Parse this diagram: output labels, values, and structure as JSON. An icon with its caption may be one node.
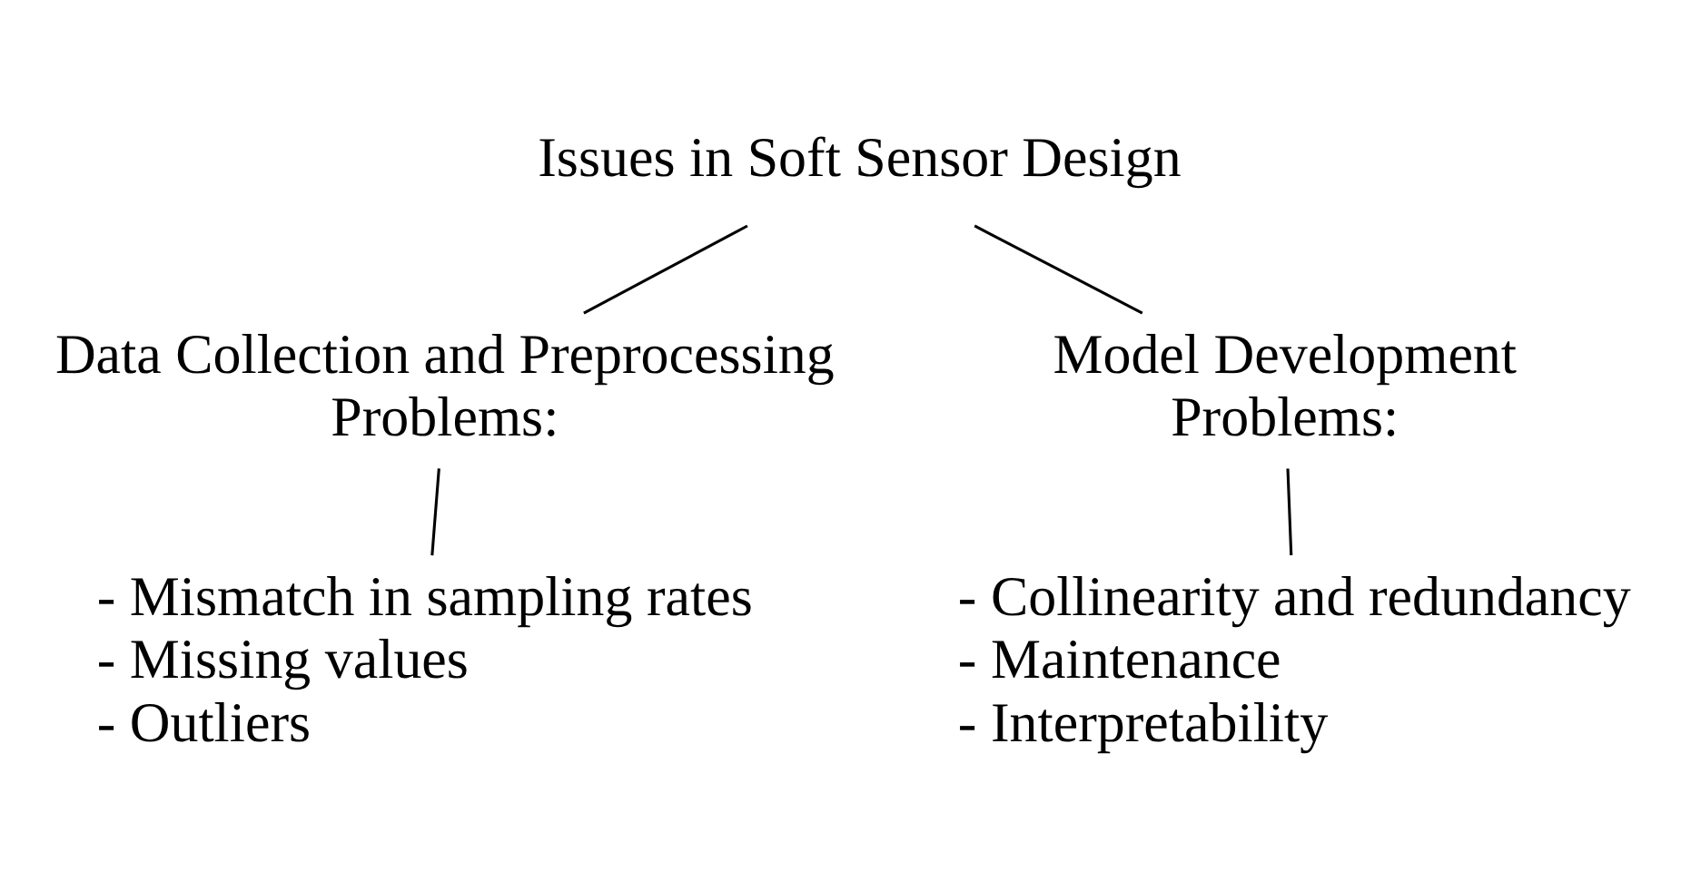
{
  "diagram": {
    "nodes": [
      {
        "text": [
          "Issues in Soft Sensor Design"
        ]
      },
      {
        "text": [
          "Data Collection and Preprocessing",
          "Problems:"
        ]
      },
      {
        "text": [
          "Model Development",
          "Problems:"
        ]
      },
      {
        "text": [
          "- Mismatch in sampling rates",
          "- Missing values",
          "- Outliers"
        ]
      },
      {
        "text": [
          "- Collinearity and redundancy",
          "- Maintenance",
          "- Interpretability"
        ]
      }
    ],
    "edges": [
      {
        "from": 0,
        "to": 1,
        "arrow": "none"
      },
      {
        "from": 0,
        "to": 2,
        "arrow": "none"
      },
      {
        "from": 1,
        "to": 3,
        "arrow": "none"
      },
      {
        "from": 2,
        "to": 4,
        "arrow": "none"
      }
    ]
  }
}
